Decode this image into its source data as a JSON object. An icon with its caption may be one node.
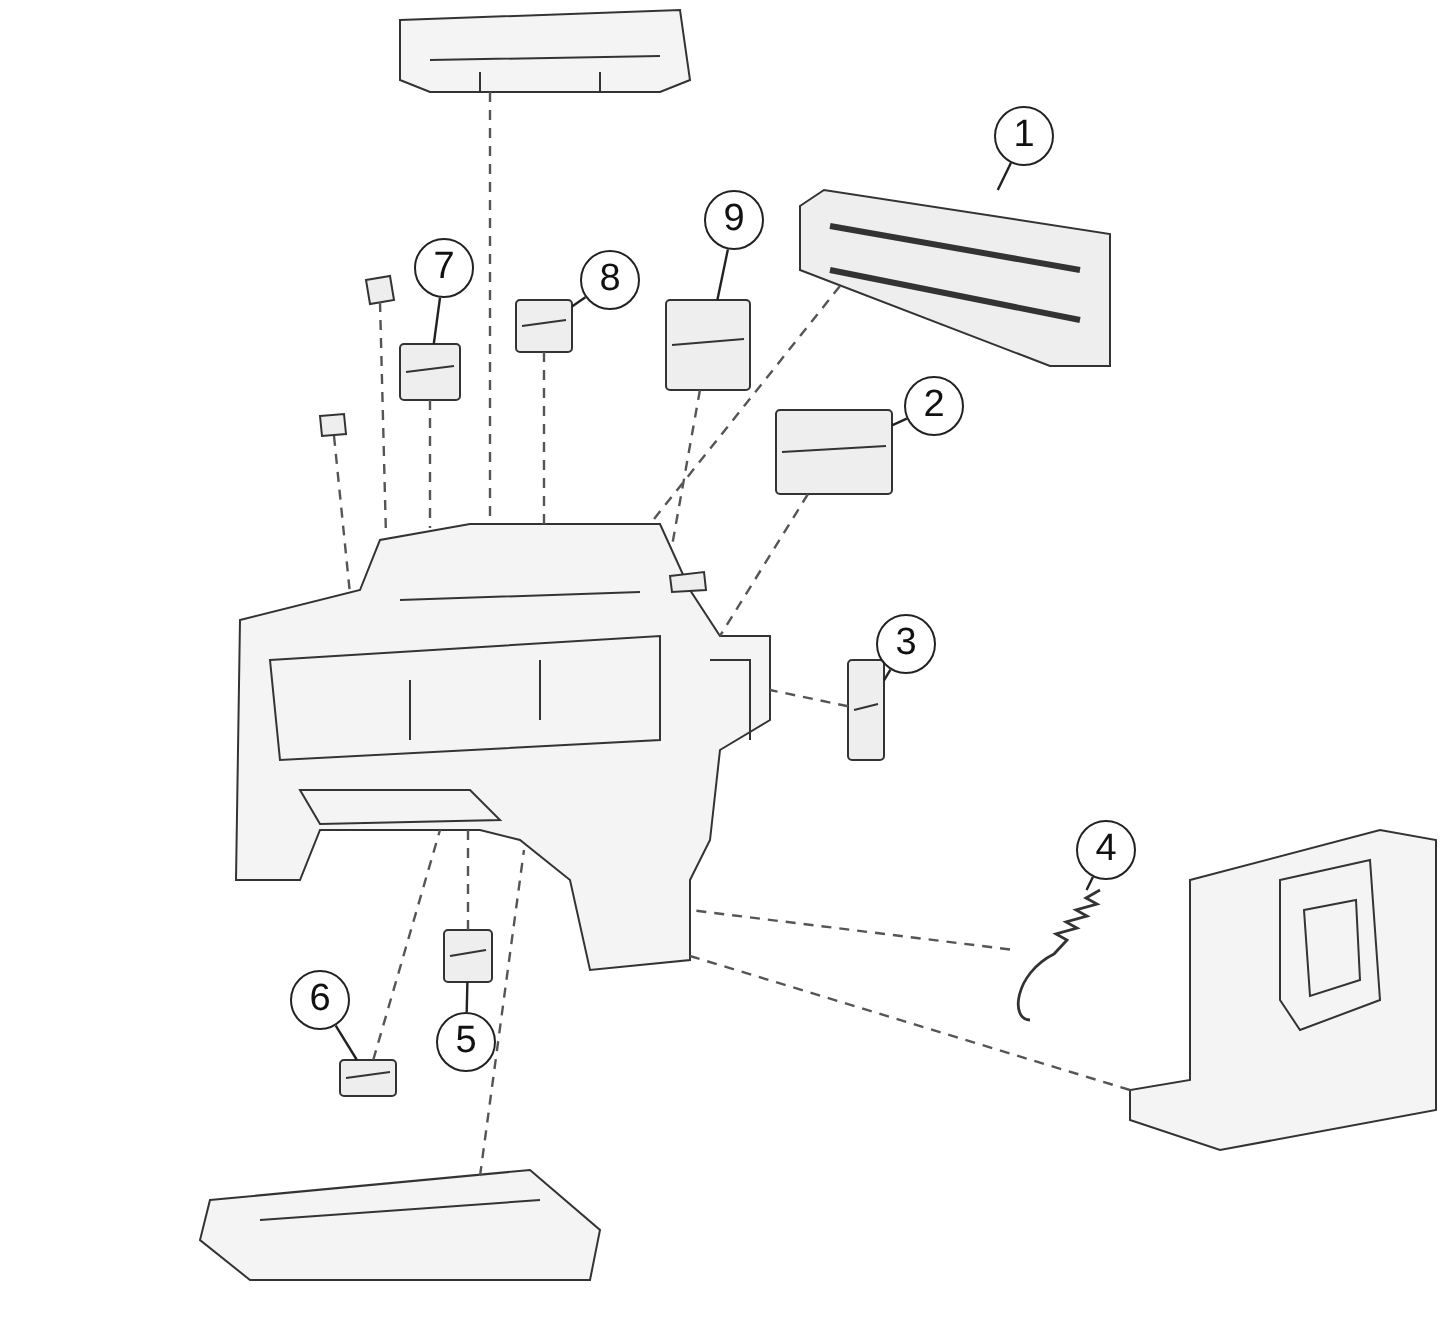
{
  "diagram": {
    "nodes": [
      {
        "text": [
          "1"
        ]
      },
      {
        "text": [
          "2"
        ]
      },
      {
        "text": [
          "3"
        ]
      },
      {
        "text": [
          "4"
        ]
      },
      {
        "text": [
          "5"
        ]
      },
      {
        "text": [
          "6"
        ]
      },
      {
        "text": [
          "7"
        ]
      },
      {
        "text": [
          "8"
        ]
      },
      {
        "text": [
          "9"
        ]
      },
      {
        "text": [],
        "shape": "picture"
      },
      {
        "text": [],
        "shape": "picture"
      },
      {
        "text": [],
        "shape": "picture"
      },
      {
        "text": [],
        "shape": "picture"
      },
      {
        "text": [],
        "shape": "picture"
      },
      {
        "text": [],
        "shape": "picture"
      },
      {
        "text": [],
        "shape": "picture"
      },
      {
        "text": [],
        "shape": "picture"
      },
      {
        "text": [],
        "shape": "picture"
      },
      {
        "text": [],
        "shape": "picture"
      },
      {
        "text": [],
        "shape": "picture"
      },
      {
        "text": [],
        "shape": "picture"
      },
      {
        "text": [],
        "shape": "picture"
      },
      {
        "text": [],
        "shape": "box"
      },
      {
        "text": [],
        "shape": "box"
      },
      {
        "text": [],
        "shape": "box"
      }
    ],
    "edges": [
      {
        "from": 0,
        "to": 9,
        "arrow": "none"
      },
      {
        "from": 1,
        "to": 10,
        "arrow": "none"
      },
      {
        "from": 2,
        "to": 11,
        "arrow": "none"
      },
      {
        "from": 3,
        "to": 12,
        "arrow": "none"
      },
      {
        "from": 4,
        "to": 13,
        "arrow": "none"
      },
      {
        "from": 5,
        "to": 14,
        "arrow": "none"
      },
      {
        "from": 6,
        "to": 15,
        "arrow": "none"
      },
      {
        "from": 7,
        "to": 16,
        "arrow": "none"
      },
      {
        "from": 8,
        "to": 17,
        "arrow": "none"
      },
      {
        "from": 18,
        "to": 19,
        "arrow": "none",
        "style": "dashed"
      },
      {
        "from": 22,
        "to": 19,
        "arrow": "none",
        "style": "dashed"
      },
      {
        "from": 23,
        "to": 19,
        "arrow": "none",
        "style": "dashed"
      },
      {
        "from": 15,
        "to": 19,
        "arrow": "none",
        "style": "dashed"
      },
      {
        "from": 16,
        "to": 19,
        "arrow": "none",
        "style": "dashed"
      },
      {
        "from": 17,
        "to": 19,
        "arrow": "none",
        "style": "dashed"
      },
      {
        "from": 9,
        "to": 19,
        "arrow": "none",
        "style": "dashed"
      },
      {
        "from": 10,
        "to": 19,
        "arrow": "none",
        "style": "dashed"
      },
      {
        "from": 11,
        "to": 19,
        "arrow": "none",
        "style": "dashed"
      },
      {
        "from": 12,
        "to": 19,
        "arrow": "none",
        "style": "dashed"
      },
      {
        "from": 20,
        "to": 19,
        "arrow": "none",
        "style": "dashed"
      },
      {
        "from": 14,
        "to": 19,
        "arrow": "none",
        "style": "dashed"
      },
      {
        "from": 13,
        "to": 19,
        "arrow": "none",
        "style": "dashed"
      },
      {
        "from": 21,
        "to": 19,
        "arrow": "none",
        "style": "dashed"
      }
    ]
  }
}
